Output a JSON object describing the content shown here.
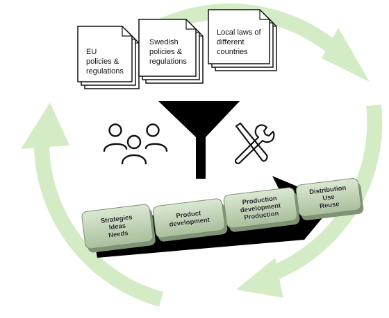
{
  "documents": [
    {
      "lines": [
        "EU",
        "policies &",
        "regulations"
      ]
    },
    {
      "lines": [
        "Swedish",
        "policies &",
        "regulations"
      ]
    },
    {
      "lines": [
        "Local laws of",
        "different",
        "countries"
      ]
    }
  ],
  "icons": [
    "people-icon",
    "funnel-icon",
    "tools-icon",
    "recycle-arrows-icon"
  ],
  "stages": [
    {
      "lines": [
        "Strategies",
        "Ideas",
        "Needs"
      ]
    },
    {
      "lines": [
        "Product",
        "development"
      ]
    },
    {
      "lines": [
        "Production",
        "development",
        "Production"
      ]
    },
    {
      "lines": [
        "Distribution",
        "Use",
        "Reuse"
      ]
    }
  ],
  "colors": {
    "cycle_arrows": "#d3ecc6",
    "stage_fill": "#bdd1b1",
    "stage_side": "#7f9474",
    "arrow": "#000000"
  }
}
